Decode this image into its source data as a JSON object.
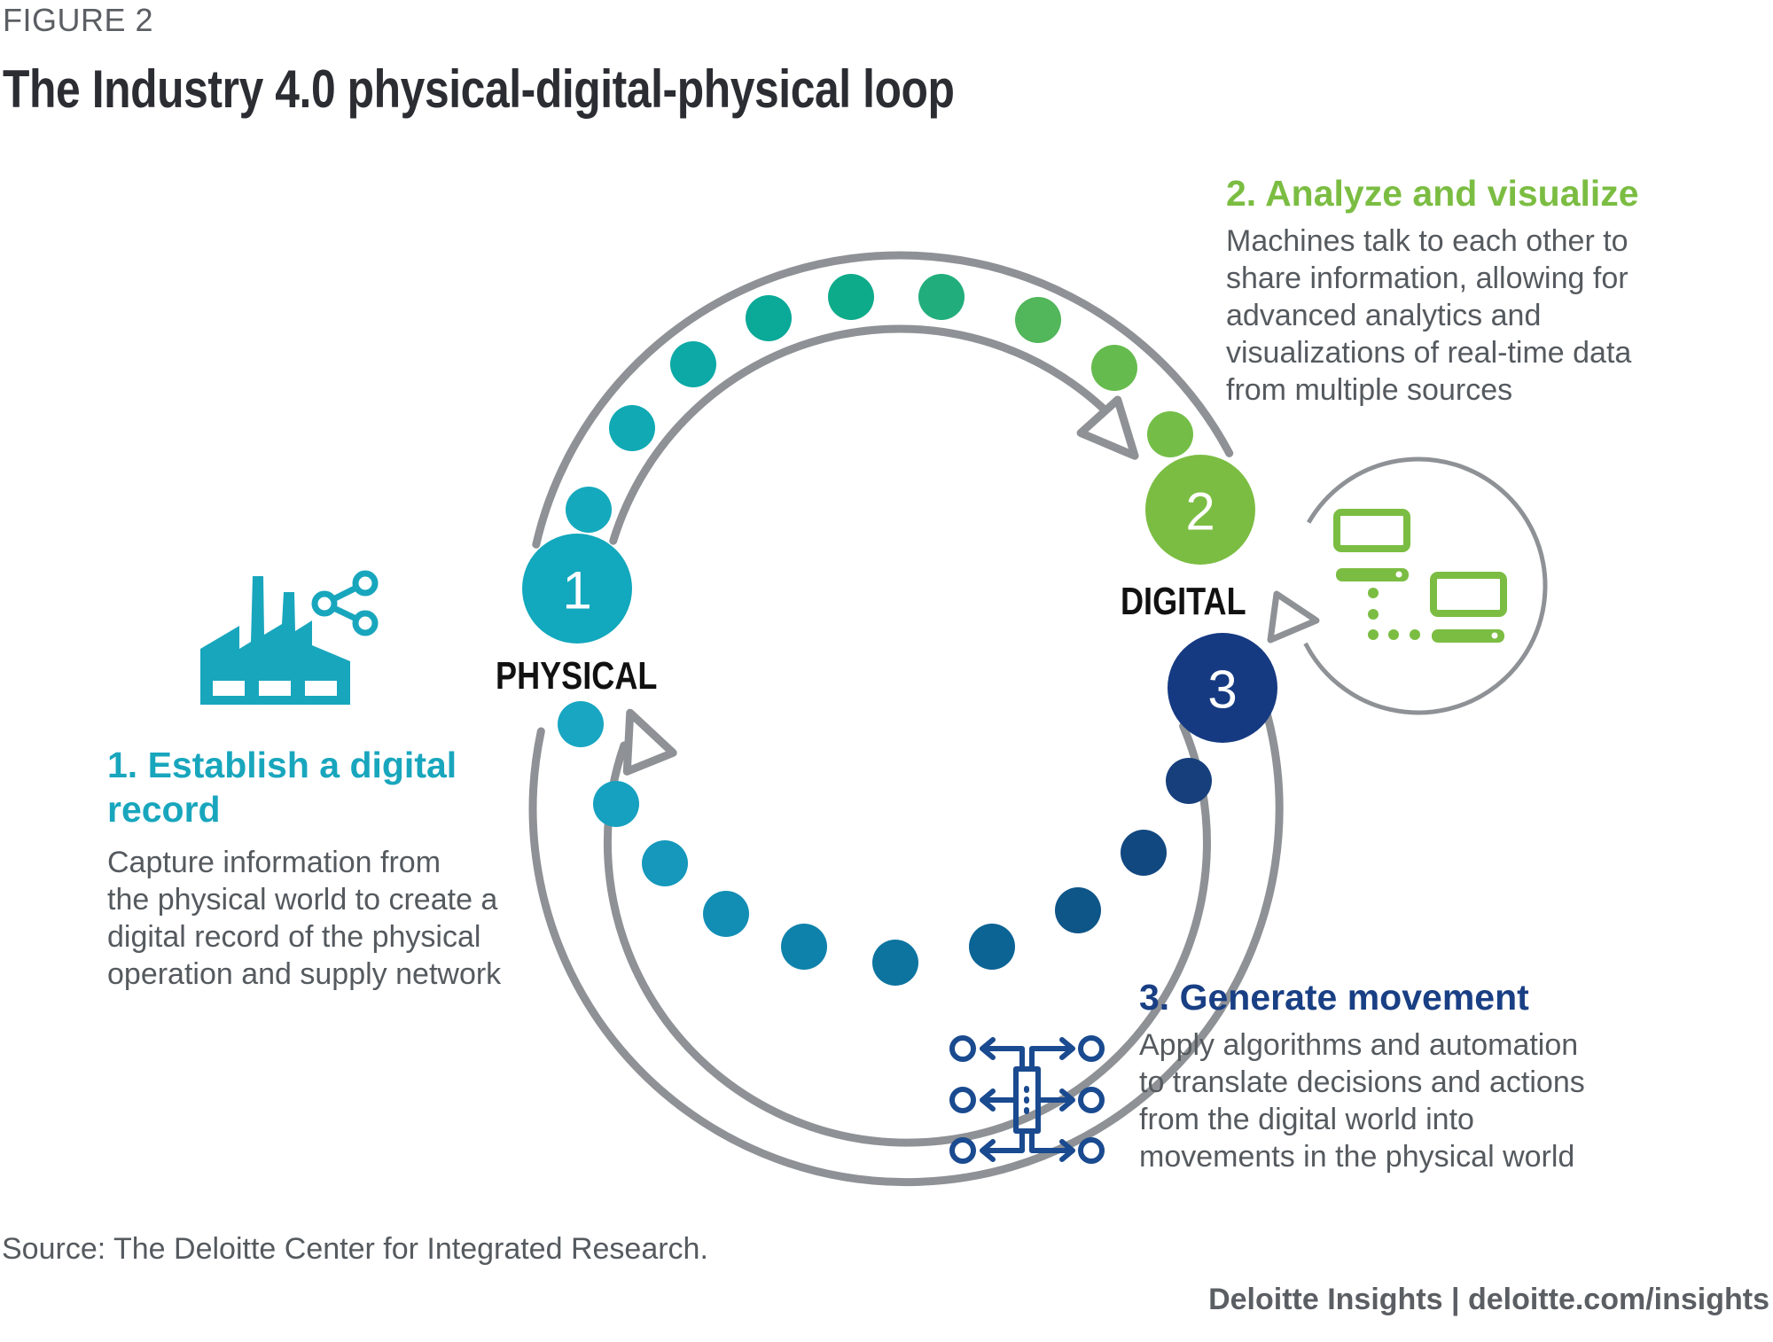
{
  "figure_label": "FIGURE 2",
  "title": "The Industry 4.0 physical-digital-physical loop",
  "steps": [
    {
      "number": "1",
      "heading_lines": [
        "1. Establish a digital",
        "record"
      ],
      "body_lines": [
        "Capture information from",
        "the physical world to create a",
        "digital record of the physical",
        "operation and supply network"
      ],
      "color": "#18a6bd",
      "icon": "factory-share-icon"
    },
    {
      "number": "2",
      "heading_lines": [
        "2. Analyze and visualize"
      ],
      "body_lines": [
        "Machines talk to each other to",
        "share information, allowing for",
        "advanced analytics and",
        "visualizations of real-time data",
        "from multiple sources"
      ],
      "color": "#7bbd42",
      "icon": "networked-computers-icon"
    },
    {
      "number": "3",
      "heading_lines": [
        "3. Generate movement"
      ],
      "body_lines": [
        "Apply algorithms and automation",
        "to translate decisions and actions",
        "from the digital world into",
        "movements in the physical world"
      ],
      "color": "#193f84",
      "icon": "distribution-arrows-icon"
    }
  ],
  "node_labels": {
    "physical": "PHYSICAL",
    "digital": "DIGITAL"
  },
  "source": "Source: The Deloitte Center for Integrated Research.",
  "credit": "Deloitte Insights | deloitte.com/insights",
  "colors": {
    "ring": "#8e9195",
    "top_dots": [
      "#14a9bd",
      "#10a9b4",
      "#0ca9a6",
      "#0aa998",
      "#0eab8a",
      "#22ae7c",
      "#52b65a",
      "#66bb4e",
      "#74be47"
    ],
    "bottom_dots": [
      "#18a6c2",
      "#17a1c0",
      "#1598bb",
      "#128eb5",
      "#0f82ab",
      "#0d74a0",
      "#0b6494",
      "#0e5588",
      "#124880",
      "#163f7c"
    ]
  }
}
